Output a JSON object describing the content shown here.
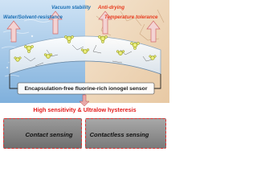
{
  "labels": {
    "water_solvent": "Water/Solvent-resistance",
    "vacuum": "Vacuum stability",
    "anti_drying": "Anti-drying",
    "temperature": "Temperature tolerance"
  },
  "sensor_title": "Encapsulation-free fluorine-rich ionogel sensor",
  "performance": "High sensitivity & Ultralow hysteresis",
  "panels": {
    "contact": "Contact sensing",
    "contactless": "Contactless sensing"
  },
  "colors": {
    "accent_red": "#e41a1a",
    "water_label": "#1a6fb5",
    "vacuum_label": "#1a6fb5",
    "anti_drying_label": "#e83c1f",
    "temperature_label": "#e83c1f",
    "gel_yellow": "#e8ec5a"
  }
}
